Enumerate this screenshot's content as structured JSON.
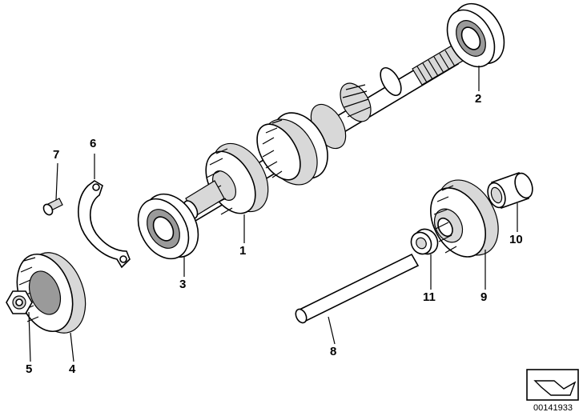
{
  "diagram": {
    "callouts": [
      {
        "id": "1",
        "part": "transmission-shaft-gear"
      },
      {
        "id": "2",
        "part": "ball-bearing-right"
      },
      {
        "id": "3",
        "part": "ball-bearing-left"
      },
      {
        "id": "4",
        "part": "helical-gear"
      },
      {
        "id": "5",
        "part": "hex-collar-nut"
      },
      {
        "id": "6",
        "part": "retaining-plate"
      },
      {
        "id": "7",
        "part": "screw"
      },
      {
        "id": "8",
        "part": "reverse-idler-shaft"
      },
      {
        "id": "9",
        "part": "idler-gear"
      },
      {
        "id": "10",
        "part": "needle-bearing"
      },
      {
        "id": "11",
        "part": "spacer-ring"
      }
    ],
    "reference": "00141933",
    "corner_icon": "exploded-view-arrow-icon"
  }
}
